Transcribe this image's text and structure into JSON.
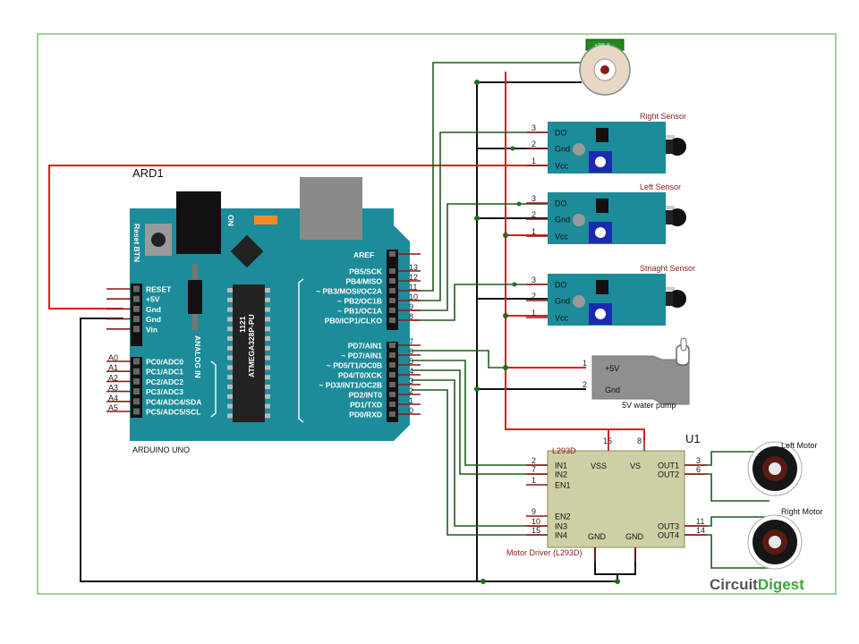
{
  "arduino": {
    "designator": "ARD1",
    "board_name": "ARDUINO UNO",
    "reset_button": "Reset BTN",
    "on_label": "ON",
    "analog_in": "ANALOG IN",
    "chip_line1": "1121",
    "chip_line2": "ATMEGA328P-PU",
    "left_power_pins": [
      "RESET",
      "+5V",
      "Gnd",
      "Gnd",
      "Vin"
    ],
    "analog_pins": [
      "PC0/ADC0",
      "PC1/ADC1",
      "PC2/ADC2",
      "PC3/ADC3",
      "PC4/ADC4/SDA",
      "PC5/ADC5/SCL"
    ],
    "analog_numbers": [
      "A0",
      "A1",
      "A2",
      "A3",
      "A4",
      "A5"
    ],
    "aref": "AREF",
    "portb_pins": [
      "PB5/SCK",
      "PB4/MISO",
      "~ PB3/MOSI/OC2A",
      "~ PB2/OC1B",
      "~ PB1/OC1A",
      "PB0/ICP1/CLKO"
    ],
    "portb_numbers": [
      "13",
      "12",
      "11",
      "10",
      "9",
      "8"
    ],
    "portd_pins": [
      "PD7/AIN1",
      "~ PD7/AIN1",
      "~ PD5/T1/OC0B",
      "PD4/T0/XCK",
      "~ PD3/INT1/OC2B",
      "PD2/INT0",
      "PD1/TXD",
      "PD0/RXD"
    ],
    "portd_numbers": [
      "7",
      "6",
      "5",
      "4",
      "3",
      "2",
      "1",
      "0"
    ]
  },
  "sensors": [
    {
      "title": "Right Sensor",
      "pins": [
        "DO",
        "Gnd",
        "Vcc"
      ],
      "numbers": [
        "3",
        "2",
        "1"
      ]
    },
    {
      "title": "Left Sensor",
      "pins": [
        "DO",
        "Gnd",
        "Vcc"
      ],
      "numbers": [
        "3",
        "2",
        "1"
      ]
    },
    {
      "title": "Striaght Sensor",
      "pins": [
        "DO",
        "Gnd",
        "Vcc"
      ],
      "numbers": [
        "3",
        "2",
        "1"
      ]
    }
  ],
  "pump": {
    "label": "5V water pump",
    "pins": [
      "+5V",
      "Gnd"
    ],
    "numbers": [
      "1",
      "2"
    ]
  },
  "driver": {
    "designator": "U1",
    "part": "L293D",
    "caption": "Motor Driver (L293D)",
    "top_pins": [
      "VSS",
      "VS"
    ],
    "top_numbers": [
      "16",
      "8"
    ],
    "left_pins": [
      "IN1",
      "IN2",
      "EN1",
      "EN2",
      "IN3",
      "IN4"
    ],
    "left_numbers": [
      "2",
      "7",
      "1",
      "9",
      "10",
      "15"
    ],
    "right_pins": [
      "OUT1",
      "OUT2",
      "OUT3",
      "OUT4"
    ],
    "right_numbers": [
      "3",
      "6",
      "11",
      "14"
    ],
    "bottom_pins": [
      "GND",
      "GND"
    ]
  },
  "motors": [
    {
      "label": "Left Motor"
    },
    {
      "label": "Right Motor"
    }
  ],
  "battery_label": "+88.8",
  "brand": {
    "part1": "Circuit",
    "part2": "Digest"
  },
  "colors": {
    "board": "#1c8c9a",
    "wire_red": "#e21b1b",
    "wire_black": "#111111",
    "wire_green": "#1e5c1e",
    "driver_body": "#cfcfa6",
    "pin_red": "#8b1a1a"
  }
}
